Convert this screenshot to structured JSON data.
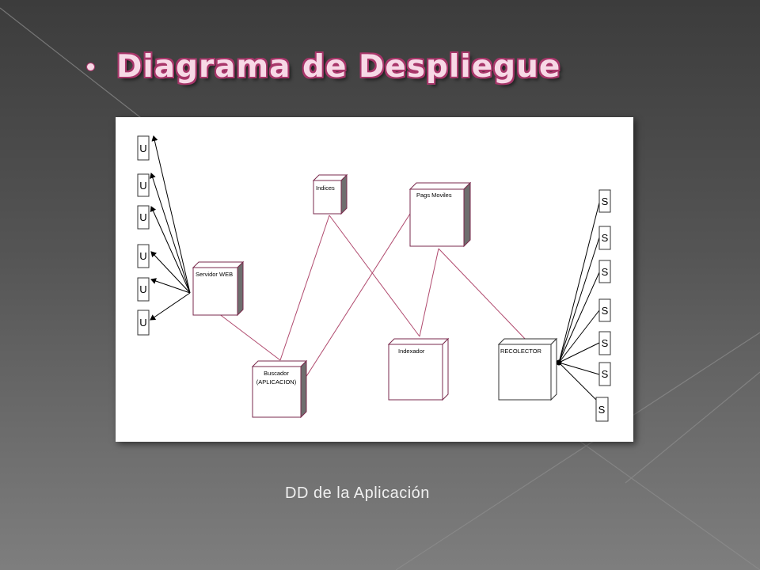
{
  "slide": {
    "title": "Diagrama de Despliegue",
    "caption": "DD de la Aplicación"
  },
  "diagram": {
    "nodes": {
      "servidor_web": "Servidor WEB",
      "indices": "Indices",
      "pags_moviles": "Pags Moviles",
      "buscador_line1": "Buscador",
      "buscador_line2": "(APLICACION)",
      "indexador": "Indexador",
      "recolector": "RECOLECTOR"
    },
    "user_label": "U",
    "server_label": "S",
    "user_count": 6,
    "server_count": 7
  },
  "colors": {
    "title_fill": "#f7d9e6",
    "title_outline": "#a8366a",
    "connector_line": "#b04a6e",
    "node_side": "#6e6e6e"
  }
}
